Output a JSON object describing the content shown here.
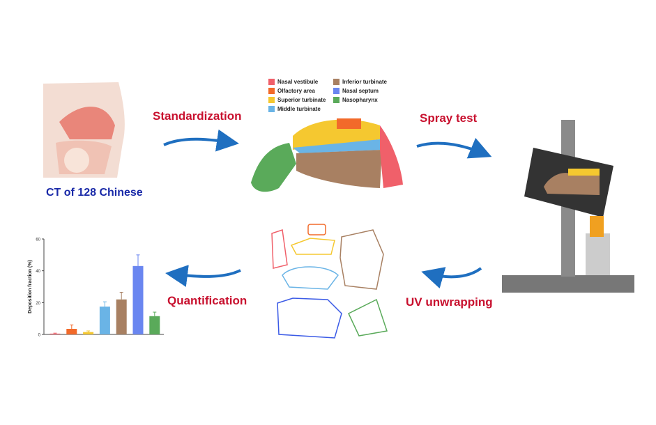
{
  "steps": {
    "ct": "CT of 128 Chinese",
    "standardization": "Standardization",
    "spray": "Spray test",
    "uv": "UV unwrapping",
    "quant": "Quantification"
  },
  "legend": [
    {
      "label": "Nasal vestibule",
      "color": "#f0606a"
    },
    {
      "label": "Olfactory area",
      "color": "#f26a2a"
    },
    {
      "label": "Superior turbinate",
      "color": "#f5c830"
    },
    {
      "label": "Middle turbinate",
      "color": "#6ab4e6"
    },
    {
      "label": "Inferior turbinate",
      "color": "#a88062"
    },
    {
      "label": "Nasal septum",
      "color": "#6a86f0"
    },
    {
      "label": "Nasopharynx",
      "color": "#5aaa5a"
    }
  ],
  "chart_data": {
    "type": "bar",
    "ylabel": "Deposition fraction (%)",
    "xlabel": "",
    "ylim": [
      0,
      60
    ],
    "yticks": [
      "0",
      "20",
      "40",
      "60"
    ],
    "categories": [
      "Nasal vestibule",
      "Olfactory area",
      "Superior turbinate",
      "Middle turbinate",
      "Inferior turbinate",
      "Nasal septum",
      "Nasopharynx"
    ],
    "values": [
      0.5,
      3.5,
      1.5,
      17.5,
      22,
      43,
      11.5
    ],
    "errors": [
      0.3,
      2.5,
      0.7,
      3,
      4.5,
      7,
      2.5
    ],
    "colors": [
      "#f0606a",
      "#f26a2a",
      "#f5c830",
      "#6ab4e6",
      "#a88062",
      "#6a86f0",
      "#5aaa5a"
    ]
  }
}
